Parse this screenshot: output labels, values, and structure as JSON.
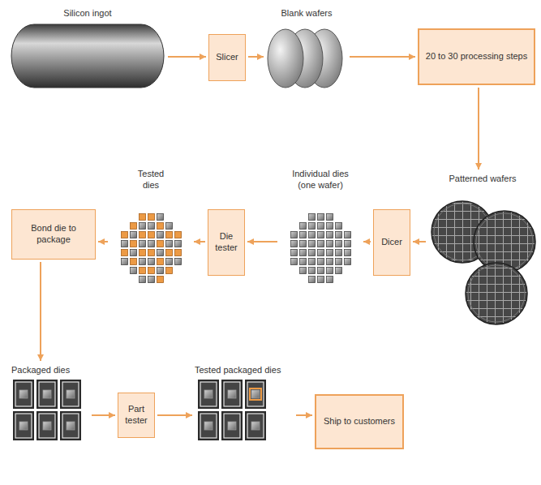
{
  "diagram": {
    "nodes": [
      {
        "text": [
          "Silicon ingot"
        ]
      },
      {
        "text": [
          "Slicer"
        ]
      },
      {
        "text": [
          "Blank wafers"
        ]
      },
      {
        "text": [
          "20 to 30 processing steps"
        ]
      },
      {
        "text": [
          "Patterned wafers"
        ]
      },
      {
        "text": [
          "Dicer"
        ]
      },
      {
        "text": [
          "Individual dies (one wafer)"
        ]
      },
      {
        "text": [
          "Die tester"
        ]
      },
      {
        "text": [
          "Tested dies"
        ]
      },
      {
        "text": [
          "Bond die to package"
        ]
      },
      {
        "text": [
          "Packaged dies"
        ]
      },
      {
        "text": [
          "Part tester"
        ]
      },
      {
        "text": [
          "Tested packaged dies"
        ]
      },
      {
        "text": [
          "Ship to customers"
        ]
      }
    ],
    "edges": [
      {
        "from": 0,
        "to": 1,
        "arrow": "to"
      },
      {
        "from": 1,
        "to": 2,
        "arrow": "to"
      },
      {
        "from": 2,
        "to": 3,
        "arrow": "to"
      },
      {
        "from": 3,
        "to": 4,
        "arrow": "to"
      },
      {
        "from": 4,
        "to": 5,
        "arrow": "to"
      },
      {
        "from": 5,
        "to": 6,
        "arrow": "to"
      },
      {
        "from": 6,
        "to": 7,
        "arrow": "to"
      },
      {
        "from": 7,
        "to": 8,
        "arrow": "to"
      },
      {
        "from": 8,
        "to": 9,
        "arrow": "to"
      },
      {
        "from": 9,
        "to": 10,
        "arrow": "to"
      },
      {
        "from": 10,
        "to": 11,
        "arrow": "to"
      },
      {
        "from": 11,
        "to": 12,
        "arrow": "to"
      },
      {
        "from": 12,
        "to": 13,
        "arrow": "to"
      }
    ]
  }
}
